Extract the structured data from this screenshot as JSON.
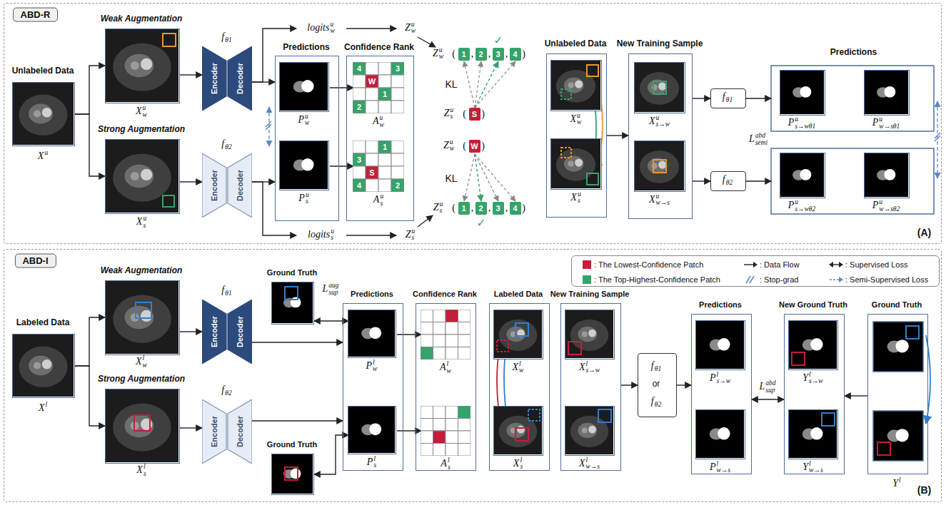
{
  "diagram": {
    "nodes": [
      {
        "text": [
          "ABD-R",
          "(A)"
        ]
      },
      {
        "text": [
          "Unlabeled Data",
          "Xu"
        ],
        "in": 0
      },
      {
        "text": [
          "Weak Augmentation",
          "Xwu"
        ],
        "in": 0
      },
      {
        "text": [
          "Strong Augmentation",
          "Xsu"
        ],
        "in": 0
      },
      {
        "text": [
          "fθ1",
          "Encoder",
          "Decoder"
        ],
        "in": 0
      },
      {
        "text": [
          "fθ2",
          "Encoder",
          "Decoder"
        ],
        "in": 0
      },
      {
        "text": [
          "Predictions"
        ],
        "in": 0
      },
      {
        "text": [
          "Pwu"
        ],
        "in": 6
      },
      {
        "text": [
          "Psu"
        ],
        "in": 6
      },
      {
        "text": [
          "Confidence Rank"
        ],
        "in": 0
      },
      {
        "text": [
          "4",
          "3",
          "W",
          "1",
          "2",
          "Awu"
        ],
        "in": 9
      },
      {
        "text": [
          "1",
          "3",
          "S",
          "4",
          "2",
          "Asu"
        ],
        "in": 9
      },
      {
        "text": [
          "logitswu"
        ],
        "in": 0
      },
      {
        "text": [
          "Zwu"
        ],
        "in": 0
      },
      {
        "text": [
          "logitssu"
        ],
        "in": 0
      },
      {
        "text": [
          "Zsu"
        ],
        "in": 0
      },
      {
        "text": [
          "Zwu",
          "(",
          "1",
          ",",
          "2",
          ",",
          "3",
          ",",
          "4",
          ")"
        ],
        "in": 0
      },
      {
        "text": [
          "Zsu",
          "(",
          "S",
          ")"
        ],
        "in": 0
      },
      {
        "text": [
          "Zwu",
          "(",
          "W",
          ")"
        ],
        "in": 0
      },
      {
        "text": [
          "Zsu",
          "(",
          "1",
          ",",
          "2",
          ",",
          "3",
          ",",
          "4",
          ")"
        ],
        "in": 0
      },
      {
        "text": [
          "Unlabeled Data"
        ],
        "in": 0
      },
      {
        "text": [
          "Xwu"
        ],
        "in": 20
      },
      {
        "text": [
          "Xsu"
        ],
        "in": 20
      },
      {
        "text": [
          "New Training Sample"
        ],
        "in": 0
      },
      {
        "text": [
          "Xs→wu"
        ],
        "in": 23
      },
      {
        "text": [
          "Xw→su"
        ],
        "in": 23
      },
      {
        "text": [
          "fθ1"
        ],
        "in": 0
      },
      {
        "text": [
          "fθ2"
        ],
        "in": 0
      },
      {
        "text": [
          "Predictions"
        ],
        "in": 0
      },
      {
        "text": [
          "Ps→wθ1u"
        ],
        "in": 28
      },
      {
        "text": [
          "Pw→sθ1u"
        ],
        "in": 28
      },
      {
        "text": [
          "Ps→wθ2u"
        ],
        "in": 28
      },
      {
        "text": [
          "Pw→sθ2u"
        ],
        "in": 28
      },
      {
        "text": [
          "ABD-I",
          "(B)"
        ]
      },
      {
        "text": [
          "Labeled Data",
          "Xl"
        ],
        "in": 33
      },
      {
        "text": [
          "Weak Augmentation",
          "Xwl"
        ],
        "in": 33
      },
      {
        "text": [
          "Strong Augmentation",
          "Xsl"
        ],
        "in": 33
      },
      {
        "text": [
          "fθ1",
          "Encoder",
          "Decoder"
        ],
        "in": 33
      },
      {
        "text": [
          "fθ2",
          "Encoder",
          "Decoder"
        ],
        "in": 33
      },
      {
        "text": [
          "Ground Truth"
        ],
        "in": 33
      },
      {
        "text": [
          "Ground Truth"
        ],
        "in": 33
      },
      {
        "text": [
          "Predictions"
        ],
        "in": 33
      },
      {
        "text": [
          "Pwl"
        ],
        "in": 41
      },
      {
        "text": [
          "Psl"
        ],
        "in": 41
      },
      {
        "text": [
          "Confidence Rank"
        ],
        "in": 33
      },
      {
        "text": [
          "Awl"
        ],
        "in": 44
      },
      {
        "text": [
          "Asl"
        ],
        "in": 44
      },
      {
        "text": [
          "Labeled Data"
        ],
        "in": 33
      },
      {
        "text": [
          "Xwl"
        ],
        "in": 47
      },
      {
        "text": [
          "Xsl"
        ],
        "in": 47
      },
      {
        "text": [
          "New Training Sample"
        ],
        "in": 33
      },
      {
        "text": [
          "Xs→wl"
        ],
        "in": 50
      },
      {
        "text": [
          "Xw→sl"
        ],
        "in": 50
      },
      {
        "text": [
          "fθ1",
          "or",
          "fθ2"
        ],
        "in": 33
      },
      {
        "text": [
          "Predictions"
        ],
        "in": 33
      },
      {
        "text": [
          "Ps→wl"
        ],
        "in": 54
      },
      {
        "text": [
          "Pw→sl"
        ],
        "in": 54
      },
      {
        "text": [
          "New Ground Truth"
        ],
        "in": 33
      },
      {
        "text": [
          "Ys→wl"
        ],
        "in": 57
      },
      {
        "text": [
          "Yw→sl"
        ],
        "in": 57
      },
      {
        "text": [
          "Ground Truth",
          "Yl"
        ],
        "in": 33
      }
    ],
    "edges": [
      {
        "from": 1,
        "to": 2,
        "arrow": "to"
      },
      {
        "from": 1,
        "to": 3,
        "arrow": "to"
      },
      {
        "from": 2,
        "to": 4,
        "arrow": "to"
      },
      {
        "from": 3,
        "to": 5,
        "arrow": "to"
      },
      {
        "from": 4,
        "to": 6,
        "arrow": "to"
      },
      {
        "from": 4,
        "to": 12,
        "arrow": "to"
      },
      {
        "from": 5,
        "to": 6,
        "arrow": "to"
      },
      {
        "from": 5,
        "to": 14,
        "arrow": "to"
      },
      {
        "from": 7,
        "to": 10,
        "arrow": "to"
      },
      {
        "from": 8,
        "to": 11,
        "arrow": "to"
      },
      {
        "from": 12,
        "to": 13,
        "arrow": "to"
      },
      {
        "from": 14,
        "to": 15,
        "arrow": "to"
      },
      {
        "from": 13,
        "to": 16,
        "arrow": "to"
      },
      {
        "from": 15,
        "to": 19,
        "arrow": "to"
      },
      {
        "from": 17,
        "to": 16,
        "arrow": "to",
        "label": "KL"
      },
      {
        "from": 18,
        "to": 19,
        "arrow": "to",
        "label": "KL"
      },
      {
        "from": 20,
        "to": 23,
        "arrow": "to"
      },
      {
        "from": 23,
        "to": 26,
        "arrow": "to"
      },
      {
        "from": 23,
        "to": 27,
        "arrow": "to"
      },
      {
        "from": 26,
        "to": 28,
        "arrow": "to"
      },
      {
        "from": 27,
        "to": 28,
        "arrow": "to"
      },
      {
        "from": 34,
        "to": 35,
        "arrow": "to"
      },
      {
        "from": 34,
        "to": 36,
        "arrow": "to"
      },
      {
        "from": 35,
        "to": 37,
        "arrow": "to"
      },
      {
        "from": 36,
        "to": 38,
        "arrow": "to"
      },
      {
        "from": 37,
        "to": 41,
        "arrow": "to"
      },
      {
        "from": 38,
        "to": 41,
        "arrow": "to"
      },
      {
        "from": 39,
        "to": 42,
        "arrow": "both",
        "label": "Lsupaug"
      },
      {
        "from": 40,
        "to": 43,
        "arrow": "both"
      },
      {
        "from": 42,
        "to": 45,
        "arrow": "to"
      },
      {
        "from": 43,
        "to": 46,
        "arrow": "to"
      },
      {
        "from": 50,
        "to": 53,
        "arrow": "to"
      },
      {
        "from": 53,
        "to": 54,
        "arrow": "to"
      },
      {
        "from": 54,
        "to": 57,
        "arrow": "both",
        "label": "Lsupabd"
      },
      {
        "from": 60,
        "to": 57,
        "arrow": "to"
      }
    ],
    "labels": [
      "✓",
      "✓",
      "Lsemiabd"
    ],
    "legend": [
      {
        "text": ": The Lowest-Confidence Patch",
        "color": "#c41e3a"
      },
      {
        "text": ": The Top-Highest-Confidence Patch",
        "color": "#35a36a"
      },
      {
        "text": ": Data Flow"
      },
      {
        "text": ": Stop-grad"
      },
      {
        "text": ": Supervised Loss"
      },
      {
        "text": ": Semi-Supervised Loss"
      }
    ]
  }
}
